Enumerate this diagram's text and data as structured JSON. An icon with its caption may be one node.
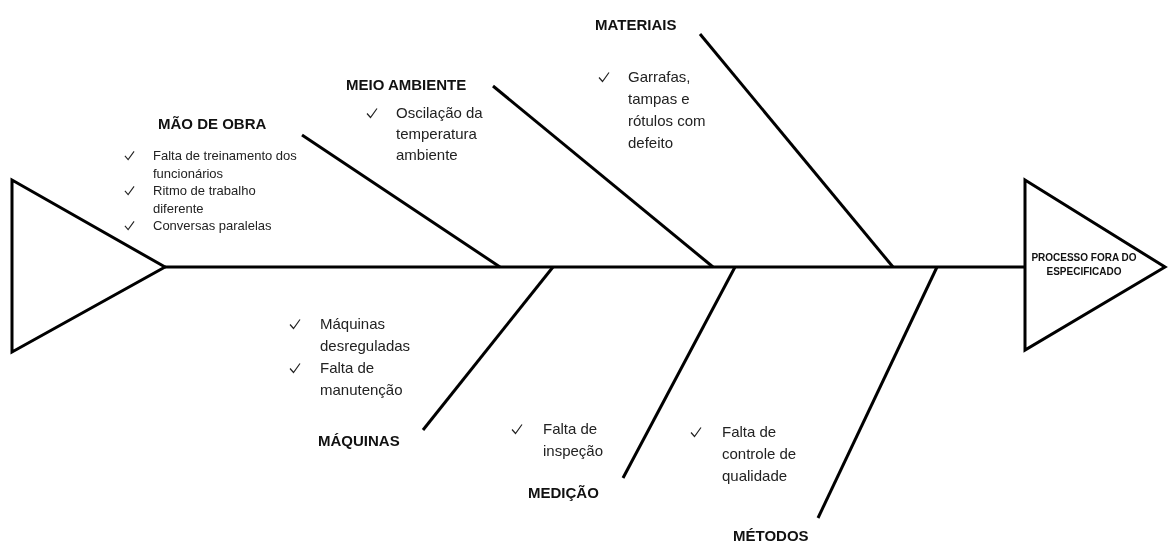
{
  "diagram": {
    "nodes": [
      {
        "text": [],
        "shape": "triangle"
      },
      {
        "text": [
          "PROCESSO FORA DO ESPECIFICADO"
        ]
      },
      {
        "text": [
          "MÃO DE OBRA"
        ]
      },
      {
        "text": [
          "MEIO AMBIENTE"
        ]
      },
      {
        "text": [
          "MATERIAIS"
        ]
      },
      {
        "text": [
          "MÁQUINAS"
        ]
      },
      {
        "text": [
          "MEDIÇÃO"
        ]
      },
      {
        "text": [
          "MÉTODOS"
        ]
      }
    ],
    "edges": [
      {
        "from": 0,
        "to": 1,
        "arrow": "none"
      },
      {
        "from": 2,
        "to": null,
        "arrow": "none"
      },
      {
        "from": 3,
        "to": null,
        "arrow": "none"
      },
      {
        "from": 4,
        "to": null,
        "arrow": "none"
      },
      {
        "from": 5,
        "to": null,
        "arrow": "none"
      },
      {
        "from": 6,
        "to": null,
        "arrow": "none"
      },
      {
        "from": 7,
        "to": null,
        "arrow": "none"
      }
    ],
    "labels": [
      "Falta de treinamento dos funcionários",
      "Ritmo de trabalho diferente",
      "Conversas paralelas",
      "Oscilação da temperatura ambiente",
      "Garrafas, tampas e rótulos com defeito",
      "Máquinas desreguladas",
      "Falta de manutenção",
      "Falta de inspeção",
      "Falta de controle de qualidade"
    ]
  }
}
